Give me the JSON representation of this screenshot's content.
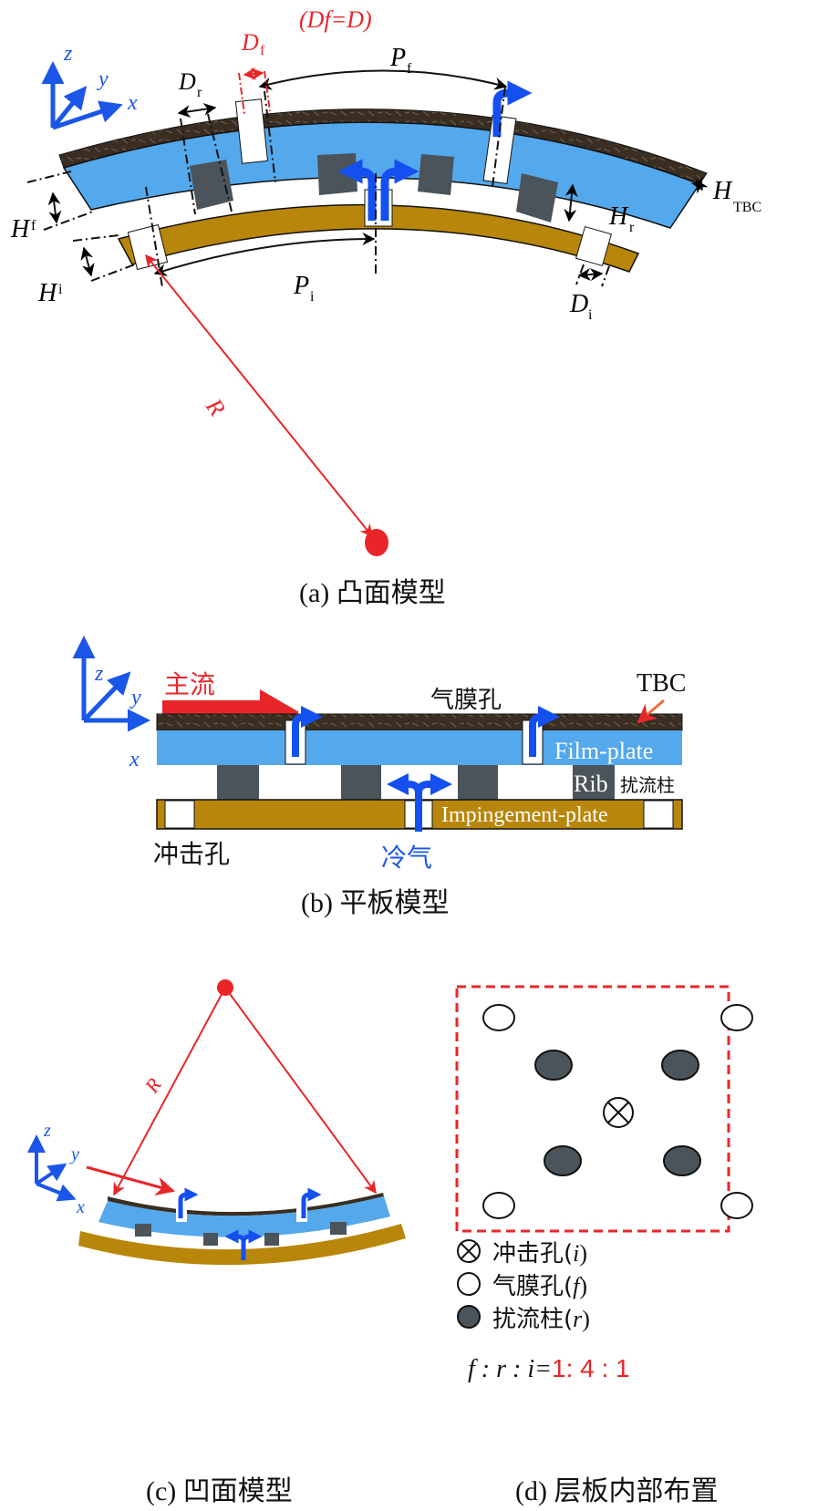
{
  "colors": {
    "film_plate": "#54a8ec",
    "tbc": "#3a2e22",
    "impingement_plate": "#b8860b",
    "rib": "#4a545a",
    "flow": "#1450f0",
    "annotation_red": "#e8262a",
    "axis_blue": "#1a56e8",
    "tbc_arrow": "#e8703a"
  },
  "panel_a": {
    "caption": "(a) 凸面模型",
    "equation_note": "(Df=D)",
    "labels": {
      "Df": "D",
      "Df_sub": "f",
      "Dr": "D",
      "Dr_sub": "r",
      "Pf": "P",
      "Pf_sub": "f",
      "Pi": "P",
      "Pi_sub": "i",
      "Hf": "H",
      "Hf_sub": "f",
      "Hi": "H",
      "Hi_sub": "i",
      "Hr": "H",
      "Hr_sub": "r",
      "HTBC": "H",
      "HTBC_sub": "TBC",
      "Di": "D",
      "Di_sub": "i",
      "R": "R"
    },
    "axes": {
      "z": "z",
      "y": "y",
      "x": "x"
    }
  },
  "panel_b": {
    "caption": "(b) 平板模型",
    "mainstream": "主流",
    "film_hole": "气膜孔",
    "tbc": "TBC",
    "film_plate": "Film-plate",
    "rib": "Rib",
    "rib_cn": "扰流柱",
    "impingement_plate": "Impingement-plate",
    "impingement_hole": "冲击孔",
    "coolant": "冷气",
    "axes": {
      "z": "z",
      "y": "y",
      "x": "x"
    }
  },
  "panel_c": {
    "caption": "(c) 凹面模型",
    "R": "R",
    "axes": {
      "z": "z",
      "y": "y",
      "x": "x"
    }
  },
  "panel_d": {
    "caption": "(d) 层板内部布置",
    "legend": [
      {
        "symbol": "impingement-hole",
        "label": "冲击孔(",
        "var": "i",
        "close": ")"
      },
      {
        "symbol": "film-hole",
        "label": "气膜孔(",
        "var": "f",
        "close": ")"
      },
      {
        "symbol": "rib",
        "label": "扰流柱(",
        "var": "r",
        "close": ")"
      }
    ],
    "ratio_vars": "f : r : i=",
    "ratio_values": "1: 4 : 1"
  }
}
